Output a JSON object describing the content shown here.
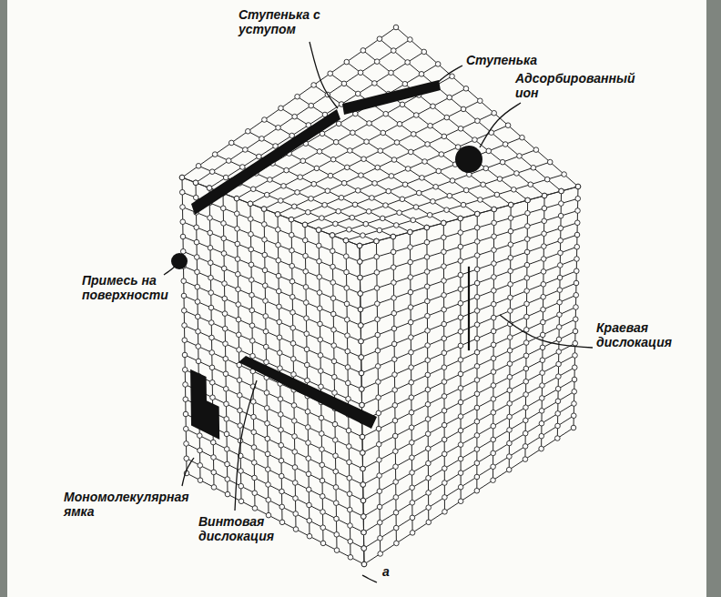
{
  "diagram": {
    "labels": [
      "Ступенька с уступом",
      "Ступенька",
      "Адсорбированный ион",
      "Примесь на поверхности",
      "Краевая дислокация",
      "Мономолекулярная ямка",
      "Винтовая дислокация",
      "a"
    ]
  }
}
